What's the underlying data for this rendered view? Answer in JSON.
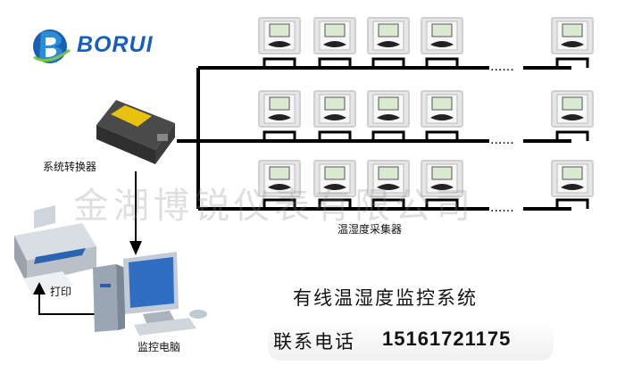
{
  "logo": {
    "text": "BORUI",
    "icon": "borui-b-logo-icon",
    "brand_color": "#1a5fb4"
  },
  "watermark": "金湖博锐仪表有限公司",
  "converter_label": "系统转换器",
  "collector_label": "温湿度采集器",
  "printer_label": "打印",
  "computer_label": "监控电脑",
  "title": "有线温湿度监控系统",
  "contact": {
    "label": "联系电话",
    "phone": "15161721175"
  },
  "ellipsis": "......",
  "colors": {
    "line": "#000000",
    "device_body": "#e6e6e6",
    "device_frame": "#cfcfcf",
    "lcd": "#d9ead0"
  }
}
